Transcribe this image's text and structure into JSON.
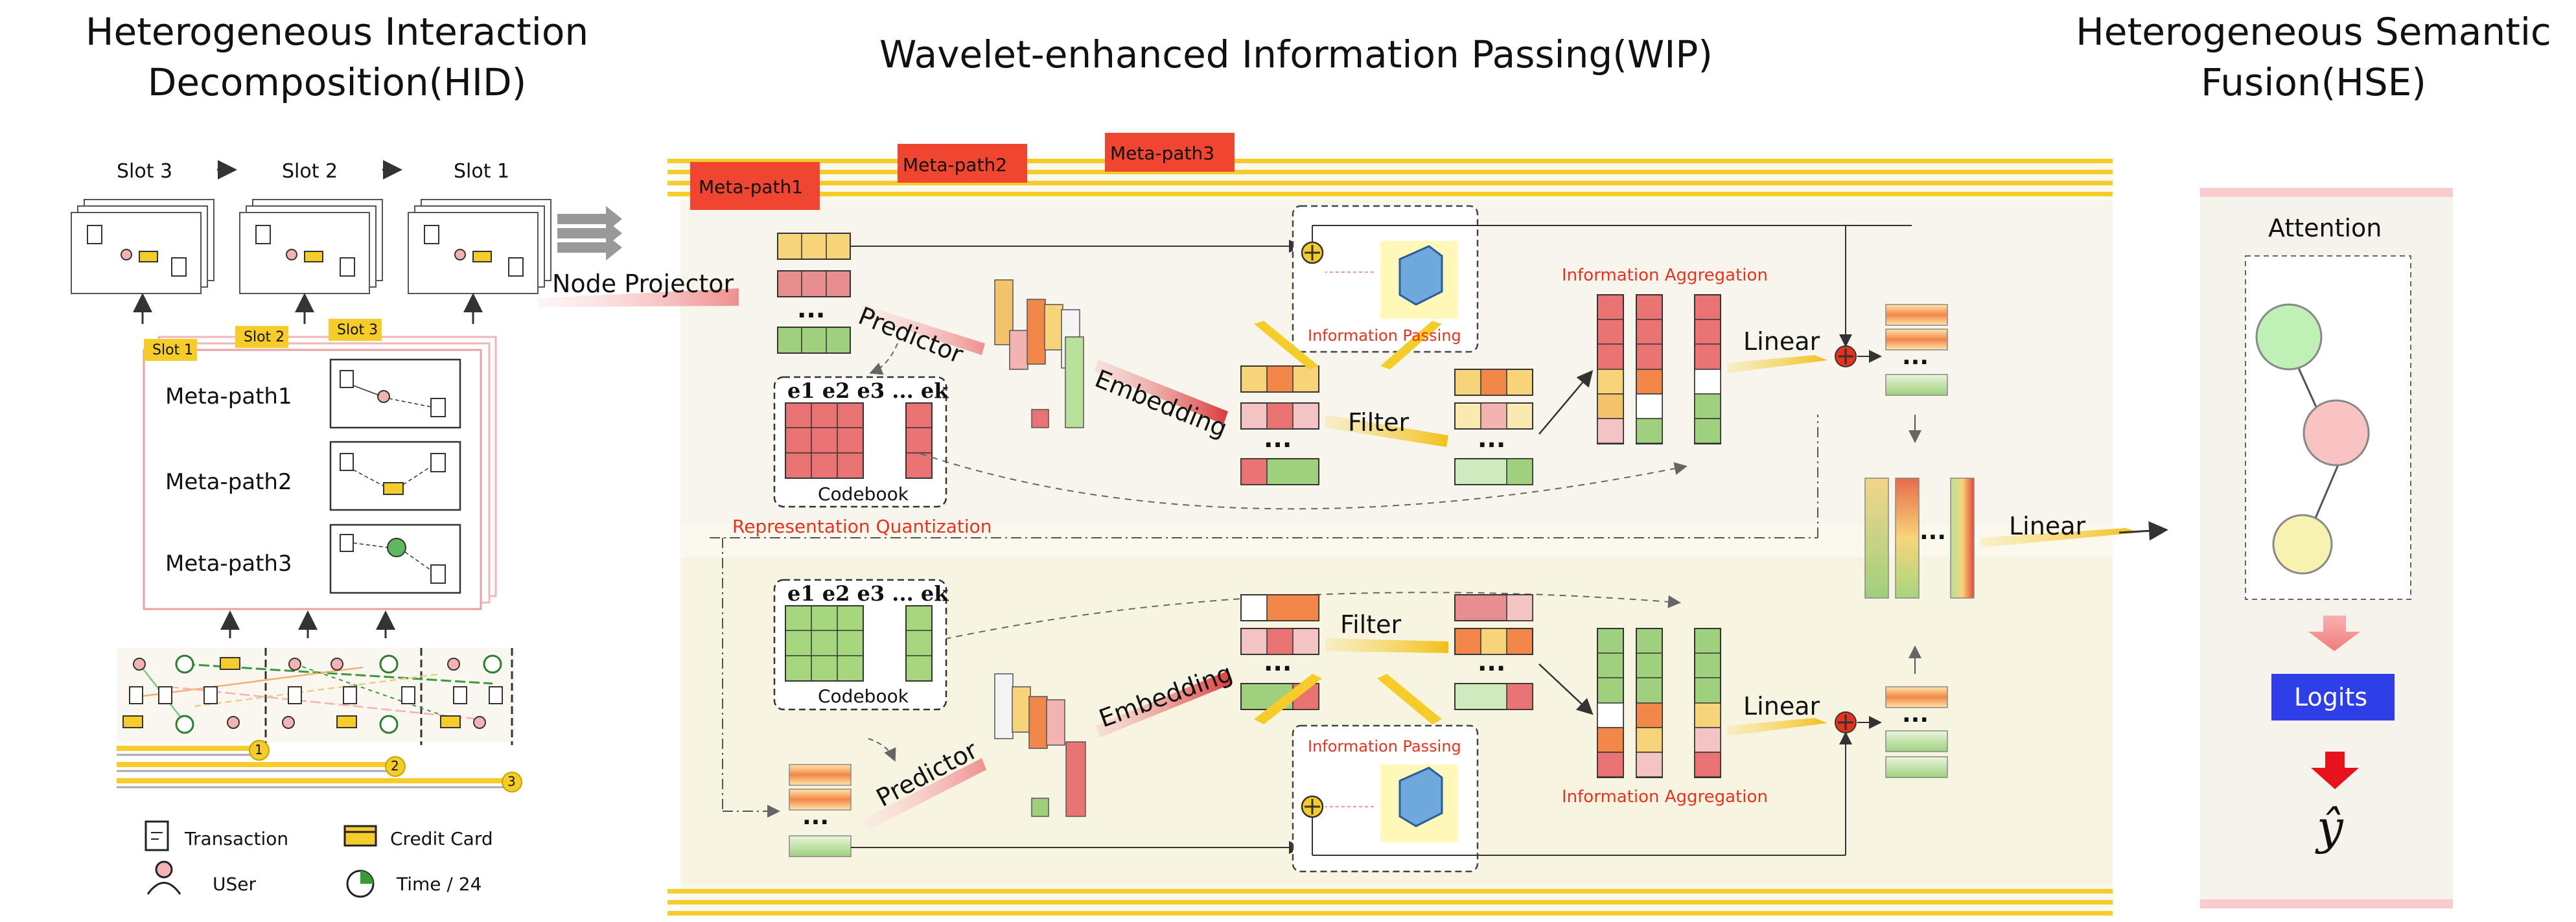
{
  "sections": {
    "hid_title": "Heterogeneous Interaction\nDecomposition(HID)",
    "wip_title": "Wavelet-enhanced Information Passing(WIP)",
    "hse_title": "Heterogeneous Semantic\nFusion(HSE)"
  },
  "hid": {
    "slots_top": [
      "Slot 3",
      "Slot 2",
      "Slot 1"
    ],
    "slot_tags": [
      "Slot 1",
      "Slot 2",
      "Slot 3"
    ],
    "meta_paths": [
      "Meta-path1",
      "Meta-path2",
      "Meta-path3"
    ],
    "timeline_markers": [
      "1",
      "2",
      "3"
    ],
    "legend": {
      "transaction": "Transaction",
      "credit_card": "Credit Card",
      "user": "USer",
      "time": "Time / 24"
    }
  },
  "wip": {
    "meta_path_tabs": [
      "Meta-path1",
      "Meta-path2",
      "Meta-path3"
    ],
    "node_projector": "Node Projector",
    "predictor": "Predictor",
    "embedding": "Embedding",
    "filter": "Filter",
    "information_passing": "Information Passing",
    "information_aggregation": "Information Aggregation",
    "linear": "Linear",
    "codebook": "Codebook",
    "codebook_keys": "e1 e2 e3 ... ek",
    "representation_quantization": "Representation Quantization",
    "ellipsis": "..."
  },
  "hse": {
    "attention": "Attention",
    "linear": "Linear",
    "logits": "Logits",
    "output": "ŷ"
  },
  "colors": {
    "accent_red": "#e8321e",
    "yellow": "#f5cc2a",
    "logits_blue": "#2f3fe8",
    "green_cell": "#9ecf7d",
    "red_cell": "#e97373"
  }
}
